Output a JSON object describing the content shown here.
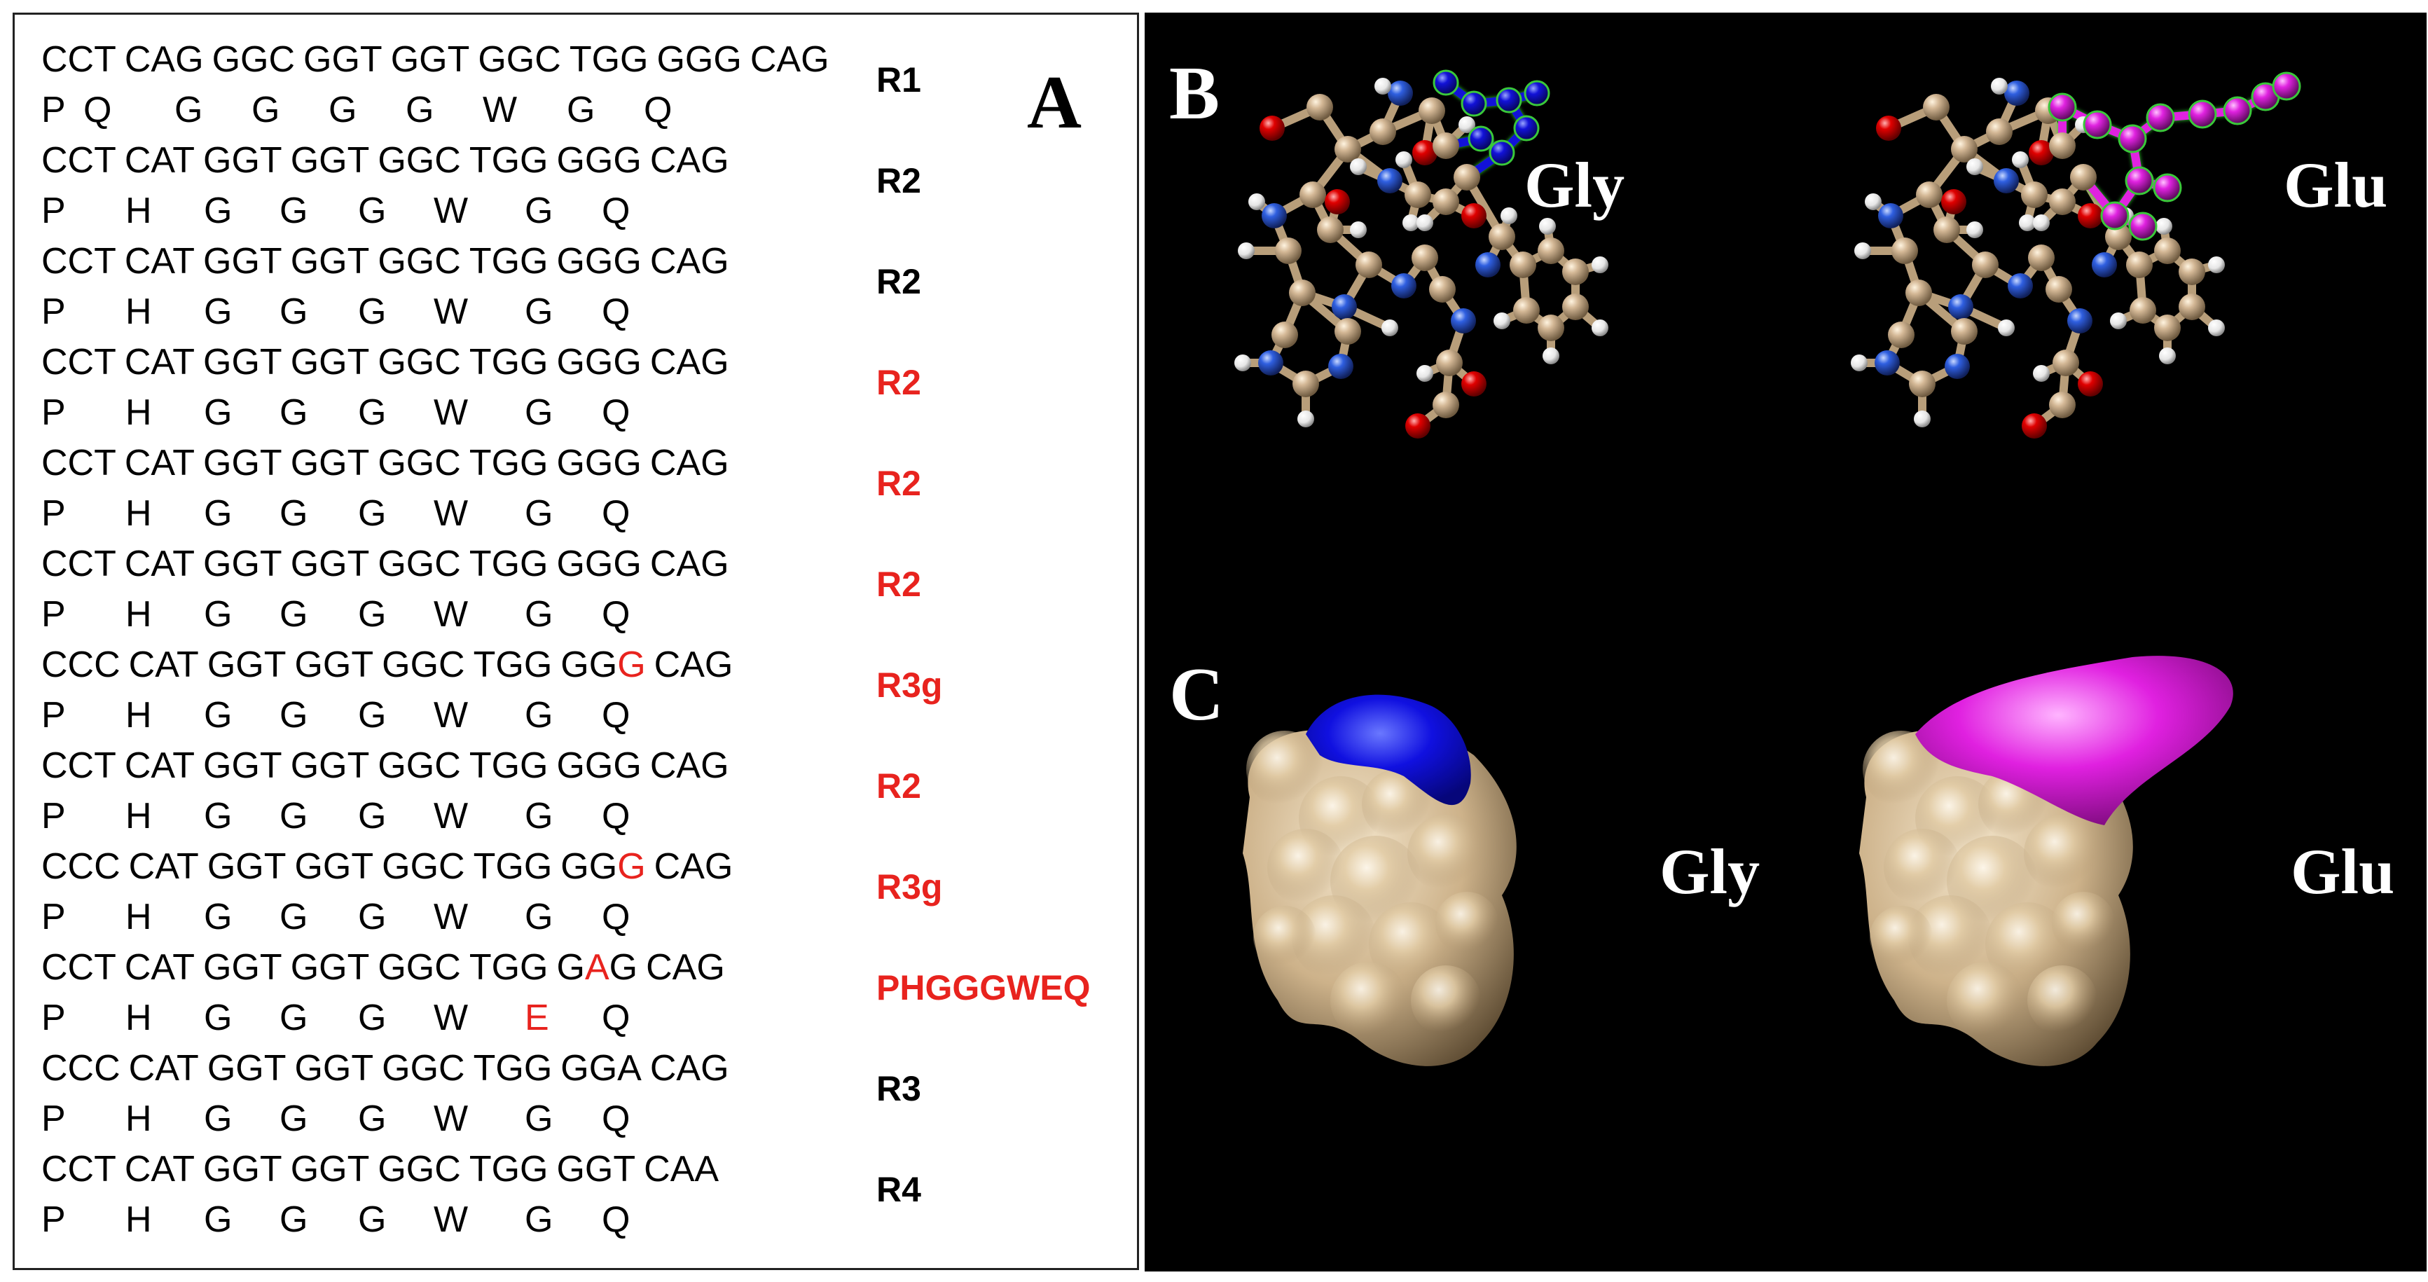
{
  "panel_a": {
    "letter": "A",
    "rows": [
      {
        "codons": [
          "CCT",
          "CAG",
          "GGC",
          "GGT",
          "GGT",
          "GGC",
          "TGG",
          "GGG",
          "CAG"
        ],
        "aa": [
          "P",
          "Q",
          "G",
          "G",
          "G",
          "G",
          "W",
          "G",
          "Q"
        ],
        "label": "R1",
        "label_color": "black"
      },
      {
        "codons": [
          "CCT",
          "CAT",
          "GGT",
          "GGT",
          "GGC",
          "TGG",
          "GGG",
          "CAG"
        ],
        "aa": [
          "P",
          "H",
          "G",
          "G",
          "G",
          "W",
          "G",
          "Q"
        ],
        "label": "R2",
        "label_color": "black"
      },
      {
        "codons": [
          "CCT",
          "CAT",
          "GGT",
          "GGT",
          "GGC",
          "TGG",
          "GGG",
          "CAG"
        ],
        "aa": [
          "P",
          "H",
          "G",
          "G",
          "G",
          "W",
          "G",
          "Q"
        ],
        "label": "R2",
        "label_color": "black"
      },
      {
        "codons": [
          "CCT",
          "CAT",
          "GGT",
          "GGT",
          "GGC",
          "TGG",
          "GGG",
          "CAG"
        ],
        "aa": [
          "P",
          "H",
          "G",
          "G",
          "G",
          "W",
          "G",
          "Q"
        ],
        "label": "R2",
        "label_color": "red"
      },
      {
        "codons": [
          "CCT",
          "CAT",
          "GGT",
          "GGT",
          "GGC",
          "TGG",
          "GGG",
          "CAG"
        ],
        "aa": [
          "P",
          "H",
          "G",
          "G",
          "G",
          "W",
          "G",
          "Q"
        ],
        "label": "R2",
        "label_color": "red"
      },
      {
        "codons": [
          "CCT",
          "CAT",
          "GGT",
          "GGT",
          "GGC",
          "TGG",
          "GGG",
          "CAG"
        ],
        "aa": [
          "P",
          "H",
          "G",
          "G",
          "G",
          "W",
          "G",
          "Q"
        ],
        "label": "R2",
        "label_color": "red"
      },
      {
        "codons": [
          "CCC",
          "CAT",
          "GGT",
          "GGT",
          "GGC",
          "TGG",
          "GGG",
          "CAG"
        ],
        "highlight": {
          "codon": 6,
          "pos": 2
        },
        "aa": [
          "P",
          "H",
          "G",
          "G",
          "G",
          "W",
          "G",
          "Q"
        ],
        "label": "R3g",
        "label_color": "red"
      },
      {
        "codons": [
          "CCT",
          "CAT",
          "GGT",
          "GGT",
          "GGC",
          "TGG",
          "GGG",
          "CAG"
        ],
        "aa": [
          "P",
          "H",
          "G",
          "G",
          "G",
          "W",
          "G",
          "Q"
        ],
        "label": "R2",
        "label_color": "red"
      },
      {
        "codons": [
          "CCC",
          "CAT",
          "GGT",
          "GGT",
          "GGC",
          "TGG",
          "GGG",
          "CAG"
        ],
        "highlight": {
          "codon": 6,
          "pos": 2
        },
        "aa": [
          "P",
          "H",
          "G",
          "G",
          "G",
          "W",
          "G",
          "Q"
        ],
        "label": "R3g",
        "label_color": "red"
      },
      {
        "codons": [
          "CCT",
          "CAT",
          "GGT",
          "GGT",
          "GGC",
          "TGG",
          "GAG",
          "CAG"
        ],
        "highlight": {
          "codon": 6,
          "pos": 1
        },
        "aa": [
          "P",
          "H",
          "G",
          "G",
          "G",
          "W",
          "E",
          "Q"
        ],
        "aa_highlight": 6,
        "label": "PHGGGWEQ",
        "label_color": "red"
      },
      {
        "codons": [
          "CCC",
          "CAT",
          "GGT",
          "GGT",
          "GGC",
          "TGG",
          "GGA",
          "CAG"
        ],
        "aa": [
          "P",
          "H",
          "G",
          "G",
          "G",
          "W",
          "G",
          "Q"
        ],
        "label": "R3",
        "label_color": "black"
      },
      {
        "codons": [
          "CCT",
          "CAT",
          "GGT",
          "GGT",
          "GGC",
          "TGG",
          "GGT",
          "CAA"
        ],
        "aa": [
          "P",
          "H",
          "G",
          "G",
          "G",
          "W",
          "G",
          "Q"
        ],
        "label": "R4",
        "label_color": "black"
      }
    ]
  },
  "panel_b": {
    "letter": "B",
    "left_residue": "Gly",
    "right_residue": "Glu"
  },
  "panel_c": {
    "letter": "C",
    "left_residue": "Gly",
    "right_residue": "Glu"
  },
  "colors": {
    "highlight_red": "#e8231e",
    "gly_blue": "#1212d8",
    "glu_magenta": "#e022e0",
    "carbon_tan": "#c8ad8a",
    "surface_tan": "#d6c09a",
    "oxygen": "#e00000",
    "nitrogen": "#2f5fe0",
    "hydrogen": "#ffffff"
  }
}
